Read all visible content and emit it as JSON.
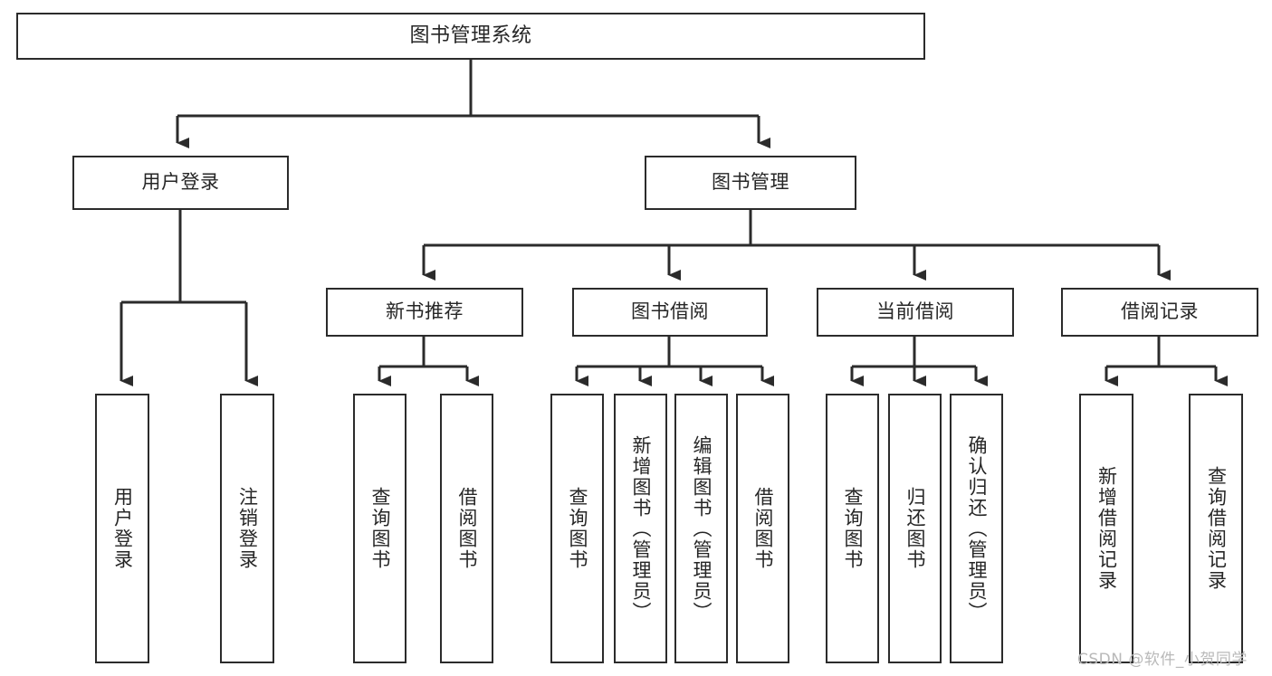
{
  "diagram": {
    "title": "图书管理系统",
    "type": "tree",
    "colors": {
      "background": "#ffffff",
      "node_border": "#2b2b2b",
      "node_fill": "#ffffff",
      "edge": "#2b2b2b",
      "text": "#262626",
      "watermark": "#b9b9b9"
    },
    "nodes": {
      "root": {
        "label": "图书管理系统"
      },
      "level1": [
        {
          "label": "用户登录"
        },
        {
          "label": "图书管理"
        }
      ],
      "level2": [
        {
          "label": "新书推荐"
        },
        {
          "label": "图书借阅"
        },
        {
          "label": "当前借阅"
        },
        {
          "label": "借阅记录"
        }
      ],
      "leaves_user_login": [
        {
          "label": "用户登录"
        },
        {
          "label": "注销登录"
        }
      ],
      "leaves_new_book": [
        {
          "label": "查询图书"
        },
        {
          "label": "借阅图书"
        }
      ],
      "leaves_borrow": [
        {
          "label": "查询图书"
        },
        {
          "label": "新增图书（管理员）"
        },
        {
          "label": "编辑图书（管理员）"
        },
        {
          "label": "借阅图书"
        }
      ],
      "leaves_current": [
        {
          "label": "查询图书"
        },
        {
          "label": "归还图书"
        },
        {
          "label": "确认归还（管理员）"
        }
      ],
      "leaves_records": [
        {
          "label": "新增借阅记录"
        },
        {
          "label": "查询借阅记录"
        }
      ]
    },
    "watermark": "CSDN @软件_小贺同学"
  }
}
